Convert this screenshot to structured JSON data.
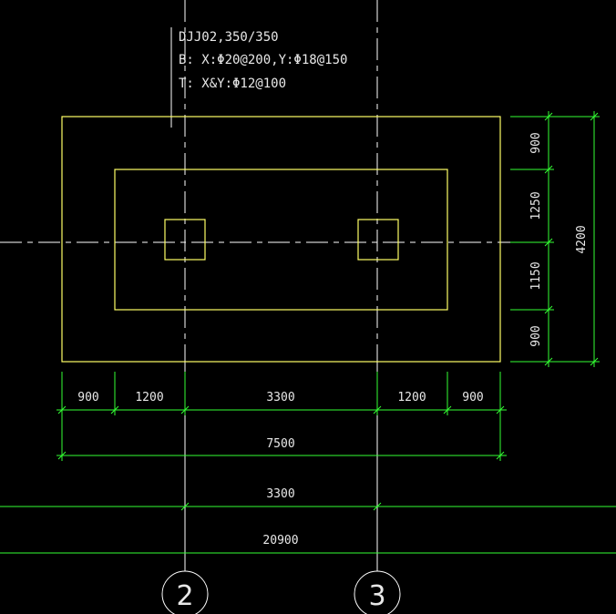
{
  "annotation": {
    "line1": "DJJ02,350/350",
    "line2": "B: X:Φ20@200,Y:Φ18@150",
    "line3": "T: X&Y:Φ12@100"
  },
  "dims_bottom_row1": [
    "900",
    "1200",
    "3300",
    "1200",
    "900"
  ],
  "dims_bottom_total": "7500",
  "dims_grid": "3300",
  "dims_overall": "20900",
  "dims_right": [
    "900",
    "1250",
    "1150",
    "900"
  ],
  "dims_right_total": "4200",
  "axes": [
    "2",
    "3"
  ],
  "colors": {
    "outline": "#ffff66",
    "dimension": "#33ff33",
    "line": "#ffffff",
    "background": "#000000"
  }
}
